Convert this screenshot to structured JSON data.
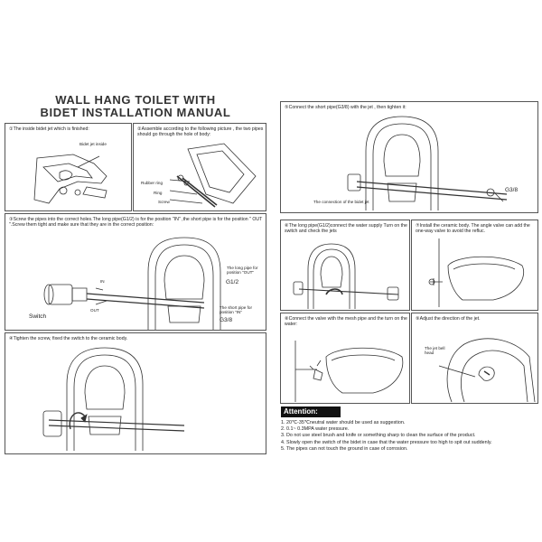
{
  "title": {
    "line1": "WALL HANG TOILET WITH",
    "line2": "BIDET INSTALLATION MANUAL"
  },
  "steps": {
    "s1": {
      "text": "①The inside bidet jet which is finished:",
      "label_inside": "Bidet jet inside"
    },
    "s2": {
      "text": "②Assemble according to the following picture , the two pipes should go through the hole of body:",
      "label_rubber": "Rubber ring",
      "label_ring": "Ring",
      "label_screw": "Screw"
    },
    "s3": {
      "text": "③Screw the pipes into the correct holes.The long pipe(G1/2) is for the position \"IN\" ,the short pipe is for the position \" OUT \".Screw them tight and make sure that they are in the correct position:",
      "label_long": "The long pipe for position \"OUT\"",
      "label_g12": "G1/2",
      "label_short": "The short pipe for position \"IN\"",
      "label_g38": "G3/8",
      "label_in": "IN",
      "label_out": "OUT",
      "label_switch": "Switch"
    },
    "s4": {
      "text": "④Tighten the screw, fixed the switch to the ceramic body."
    },
    "s5": {
      "text": "⑤Connect the short pipe(G3/8) with the jet , then tighten it:",
      "label_connection": "The connection of the bidet jet",
      "label_g38": "G3/8"
    },
    "s6": {
      "text": "⑥The long pipe(G1/2)connect the water supply Turn on the switch and check the jets"
    },
    "s7": {
      "text": "⑦Install the ceramic body. The angle valve can add the one-way valve to avoid the refluc."
    },
    "s8": {
      "text": "⑧Connect the valve with the mesh pipe and the turn on the water:"
    },
    "s9": {
      "text": "⑨Adjust the direction of the jet.",
      "label_jet": "The jet bell head"
    }
  },
  "attention": {
    "heading": "Attention:",
    "items": [
      "1. 20℃-35℃neutral water should be used as suggestion.",
      "2. 0.1~ 0.3MPA water pressure.",
      "3. Do not use steel brush and knife or something sharp to clean the surface of the product.",
      "4. Slowly open the switch of the bidet in case that the water pressure too high to spit out suddenly.",
      "5. The pipes can not touch the ground in case of corrosion."
    ]
  }
}
